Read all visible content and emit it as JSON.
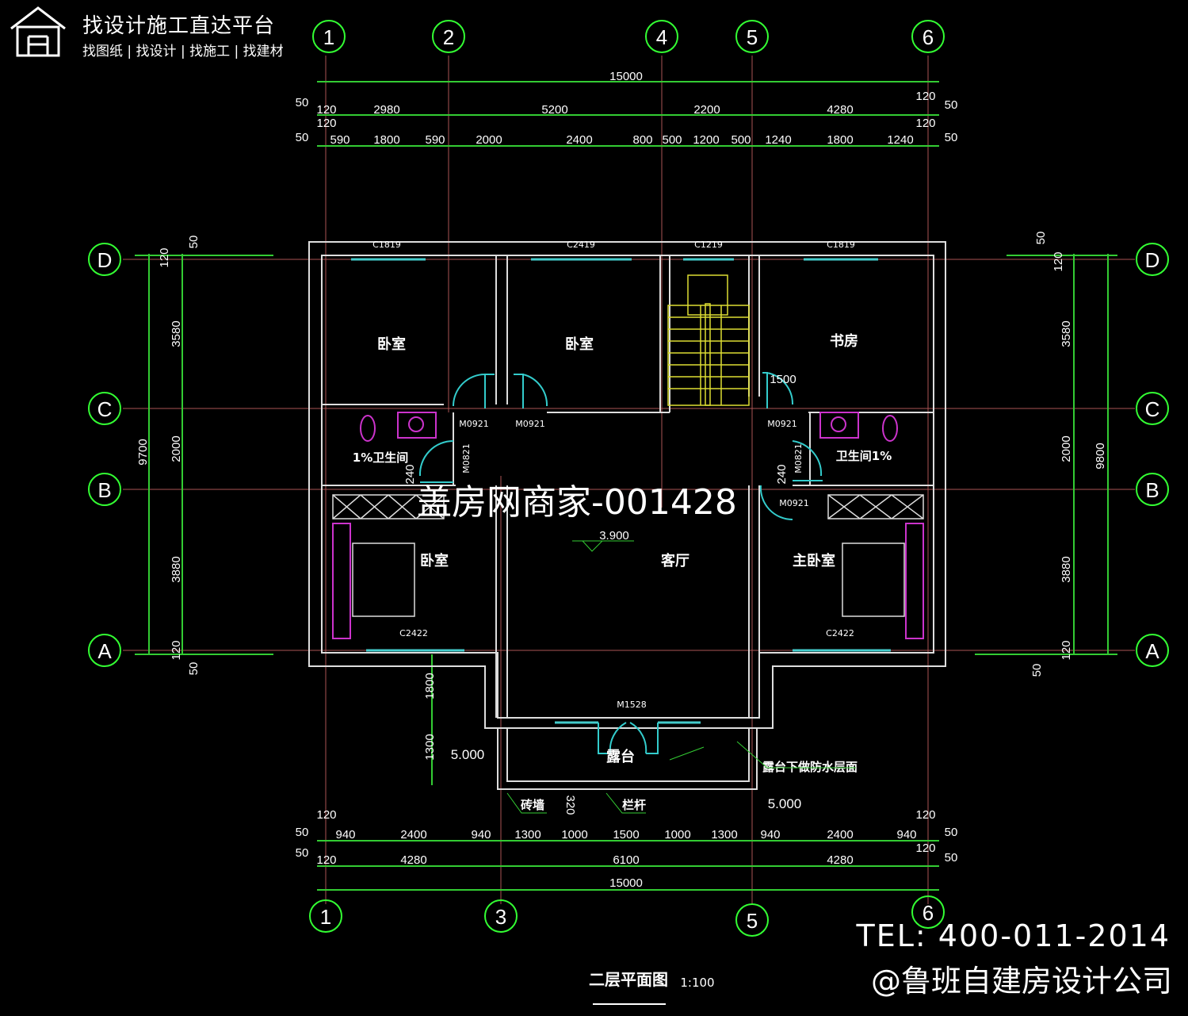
{
  "branding": {
    "title": "找设计施工直达平台",
    "links": [
      "找图纸",
      "找设计",
      "找施工",
      "找建材"
    ],
    "separator": "|"
  },
  "watermark": "盖房网商家-001428",
  "contact": {
    "tel": "TEL: 400-011-2014",
    "company": "@鲁班自建房设计公司"
  },
  "drawing": {
    "title": "二层平面图",
    "scale": "1:100",
    "axes_top": [
      "1",
      "2",
      "4",
      "5",
      "6"
    ],
    "axes_bottom": [
      "1",
      "3",
      "5",
      "6"
    ],
    "axes_rows": [
      "D",
      "C",
      "B",
      "A"
    ],
    "dims_top": {
      "total": "15000",
      "row2": [
        "50",
        "120",
        "2980",
        "5200",
        "2200",
        "4280",
        "120",
        "50"
      ],
      "row3": [
        "50",
        "120",
        "590",
        "1800",
        "590",
        "2000",
        "2400",
        "800",
        "500",
        "1200",
        "500",
        "1240",
        "1800",
        "1240",
        "120",
        "50"
      ]
    },
    "dims_bottom": {
      "row1": [
        "120",
        "50",
        "940",
        "2400",
        "940",
        "1300",
        "1000",
        "1500",
        "1000",
        "1300",
        "940",
        "2400",
        "940",
        "120",
        "50"
      ],
      "row2": [
        "50",
        "120",
        "4280",
        "6100",
        "4280",
        "120",
        "50"
      ],
      "total": "15000"
    },
    "dims_left": [
      "120",
      "50",
      "3580",
      "2000",
      "3880",
      "120",
      "50",
      "9700"
    ],
    "dims_right": [
      "50",
      "120",
      "3580",
      "2000",
      "9800",
      "3880",
      "120",
      "50"
    ],
    "dims_misc": [
      "1800",
      "1300",
      "320",
      "1500",
      "240",
      "240"
    ],
    "rooms": [
      "卧室",
      "卧室",
      "书房",
      "1%卫生间",
      "卫生间1%",
      "卧室",
      "客厅",
      "主卧室",
      "露台"
    ],
    "labels": {
      "railing": "栏杆",
      "wall": "砖墙",
      "note": "露台下做防水层面",
      "elev_floor": "3.900",
      "elev_left": "5.000",
      "elev_right": "5.000"
    },
    "windows": [
      "C1819",
      "C2419",
      "C1219",
      "C1819",
      "C2422",
      "C2422"
    ],
    "doors": [
      "M0921",
      "M0921",
      "M0921",
      "M0821",
      "M0821",
      "M0921",
      "M1528"
    ],
    "colors": {
      "dimension": "#33cc33",
      "wall": "#dddddd",
      "window": "#44cccc",
      "fixture": "#cc33cc",
      "stair": "#dddd33",
      "axis": "#aa5555"
    }
  }
}
